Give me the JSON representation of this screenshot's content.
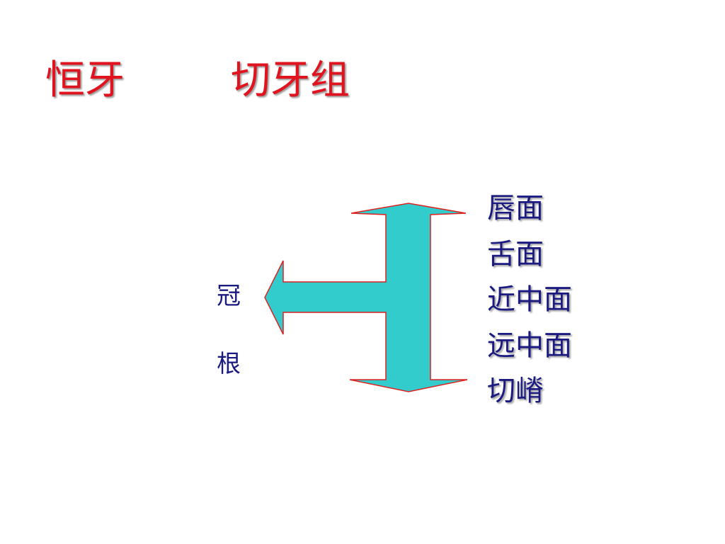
{
  "title": {
    "left": "恒牙",
    "right": "切牙组"
  },
  "parts": {
    "crown": "冠",
    "root": "根"
  },
  "surfaces": [
    "唇面",
    "舌面",
    "近中面",
    "远中面",
    "切嵴"
  ],
  "colors": {
    "title": "#e0141e",
    "text": "#1a1a80",
    "arrow_fill": "#33cccc",
    "arrow_stroke": "#e02020"
  }
}
